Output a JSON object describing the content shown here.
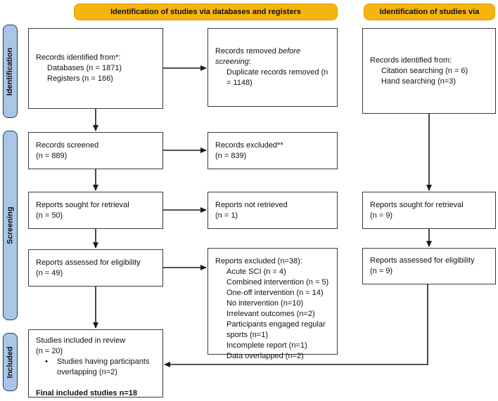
{
  "banners": {
    "databases_registers": "Identification of studies via databases and registers",
    "other_methods": "Identification of studies via"
  },
  "stages": {
    "identification": "Identification",
    "screening": "Screening",
    "included": "Included"
  },
  "boxes": {
    "db_identified": {
      "title": "Records identified from*:",
      "items": [
        "Databases (n = 1871)",
        "Registers (n = 166)"
      ]
    },
    "db_removed": {
      "title_pre": "Records removed ",
      "title_em": "before screening",
      "title_post": ":",
      "items": [
        "Duplicate records removed (n = 1148)"
      ]
    },
    "db_screened": {
      "line1": "Records screened",
      "line2": "(n = 889)"
    },
    "db_excluded": {
      "line1": "Records excluded**",
      "line2": "(n = 839)"
    },
    "db_sought": {
      "line1": "Reports sought for retrieval",
      "line2": "(n = 50)"
    },
    "db_not_retrieved": {
      "line1": "Reports not retrieved",
      "line2": "(n = 1)"
    },
    "db_assessed": {
      "line1": "Reports assessed for eligibility",
      "line2": "(n = 49)"
    },
    "db_reports_excluded": {
      "title": "Reports excluded (n=38):",
      "items": [
        "Acute SCI (n = 4)",
        "Combined intervention (n = 5)",
        "One-off intervention (n = 14)",
        "No intervention (n=10)",
        "Irrelevant outcomes (n=2)",
        "Participants engaged regular sports (n=1)",
        "Incomplete report (n=1)",
        "Data overlapped (n=2)"
      ]
    },
    "included_studies": {
      "line1": "Studies included in review",
      "line2": "(n = 20)",
      "bullet": "•",
      "bullet_text": "Studies having participants overlapping (n=2)",
      "final": "Final included studies n=18"
    },
    "other_identified": {
      "title": "Records identified from:",
      "items": [
        "Citation searching (n = 6)",
        "Hand searching (n=3)"
      ]
    },
    "other_sought": {
      "line1": "Reports sought for retrieval",
      "line2": "(n = 9)"
    },
    "other_assessed": {
      "line1": "Reports assessed for eligibility",
      "line2": "(n = 9)"
    }
  },
  "colors": {
    "banner_bg": "#F6B40F",
    "banner_border": "#DE9D05",
    "stage_bg": "#A9C6E8",
    "stage_border": "#1F3A5F",
    "box_border": "#3A3A3A",
    "arrow": "#1A1A1A"
  }
}
